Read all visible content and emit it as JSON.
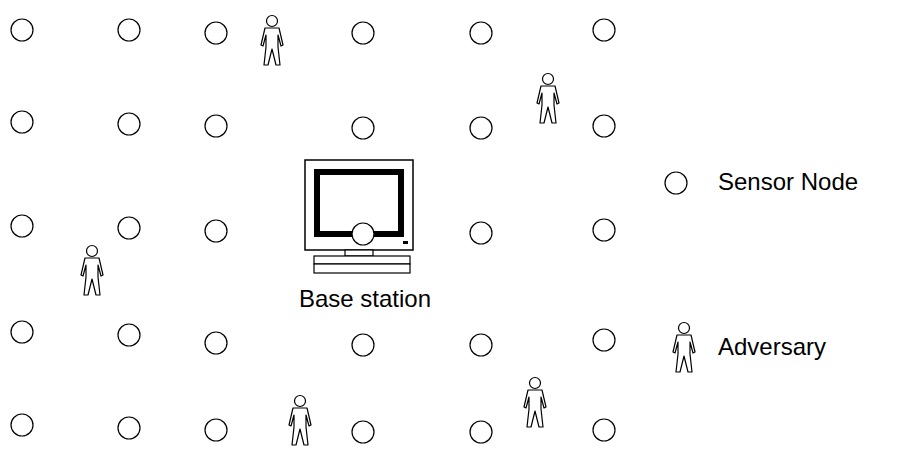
{
  "diagram": {
    "nodes": [
      {
        "text": [
          "Base station"
        ]
      }
    ],
    "legend": [
      {
        "text": "Sensor Node"
      },
      {
        "text": "Adversary"
      }
    ]
  }
}
